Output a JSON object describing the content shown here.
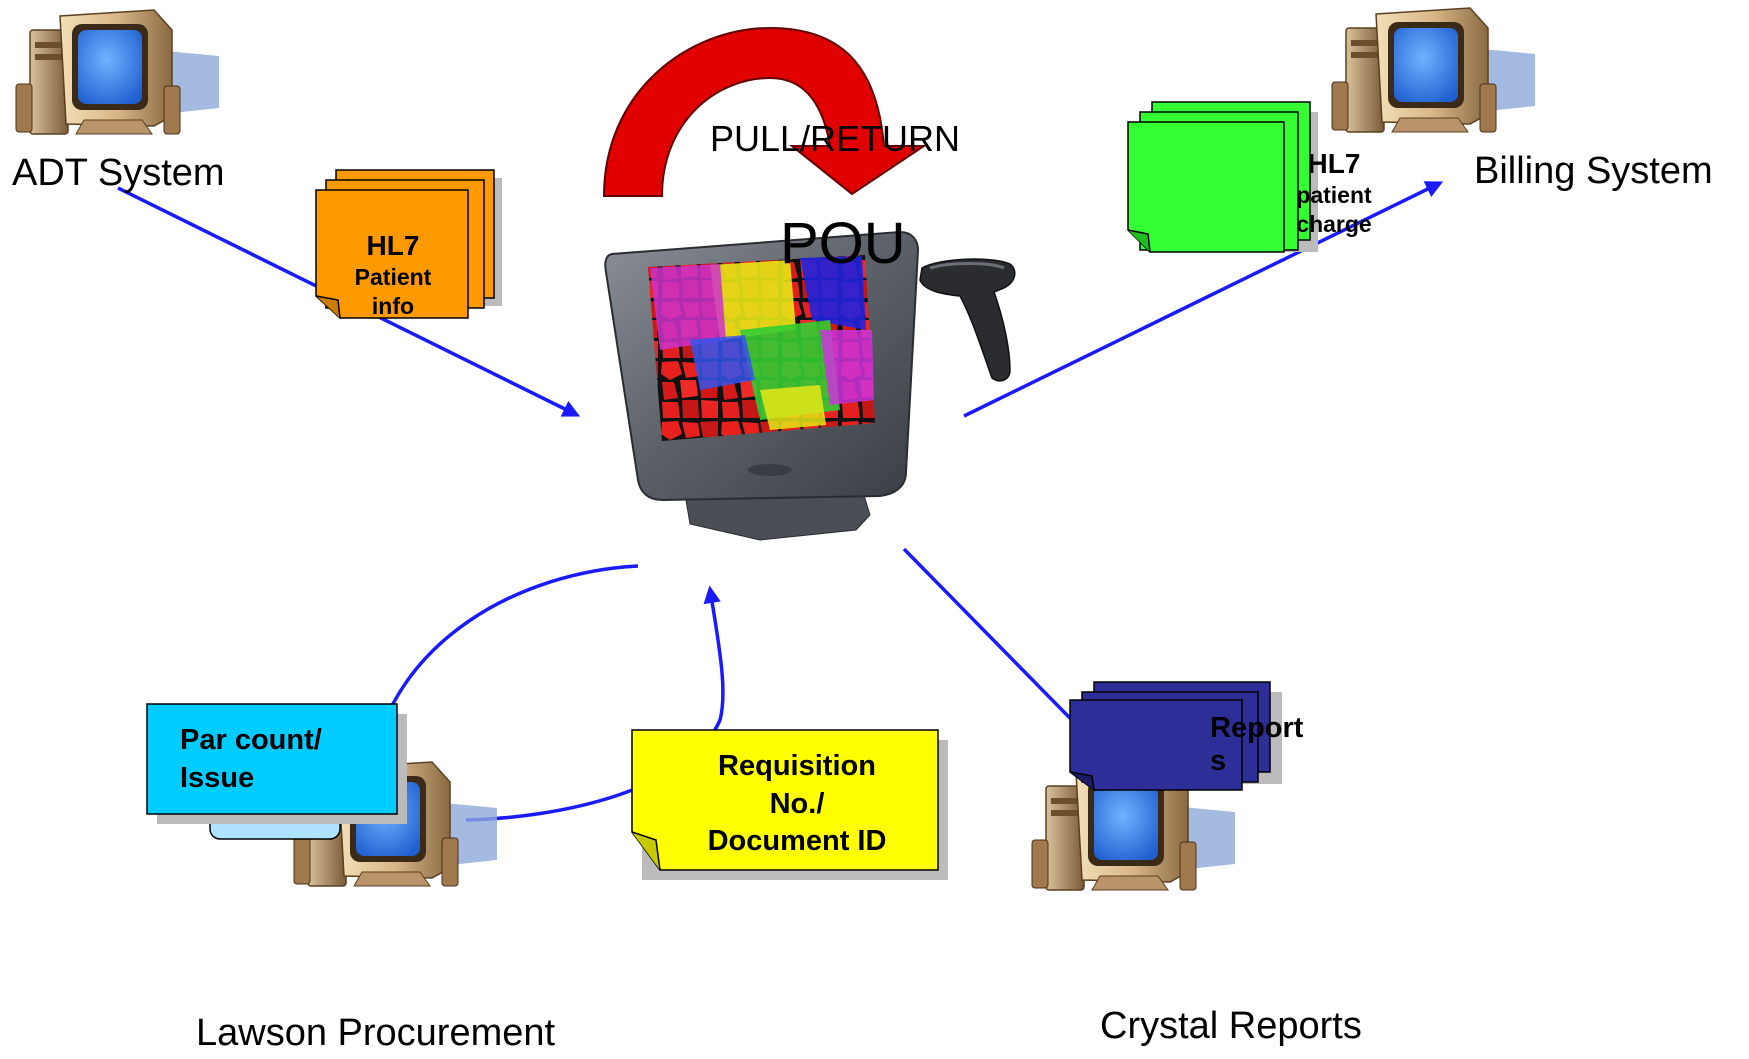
{
  "systems": {
    "adt": "ADT System",
    "billing": "Billing System",
    "lawson": "Lawson Procurement",
    "crystal": "Crystal Reports"
  },
  "center": {
    "title": "POU",
    "cycle_label": "PULL/RETURN"
  },
  "documents": {
    "hl7_patient_info": [
      "HL7",
      "Patient",
      "info"
    ],
    "hl7_patient_charge": [
      "HL7",
      "patient",
      "charge"
    ],
    "reports": [
      "Report",
      "s"
    ],
    "par_count": [
      "Par count/",
      "Issue"
    ],
    "requisition": [
      "Requisition",
      "No./",
      "Document ID"
    ]
  },
  "colors": {
    "flow_arrow": "#1a1aff",
    "pull_arrow": "#e00000",
    "hl7_info_note": "#ff9900",
    "hl7_charge_note": "#33ff33",
    "reports_note": "#2e2e99",
    "par_note": "#00ccff",
    "requisition_note": "#ffff00"
  },
  "icons": {
    "computer": "desktop-computer-icon",
    "monitor": "touchscreen-monitor-icon",
    "scanner": "barcode-scanner-icon"
  }
}
